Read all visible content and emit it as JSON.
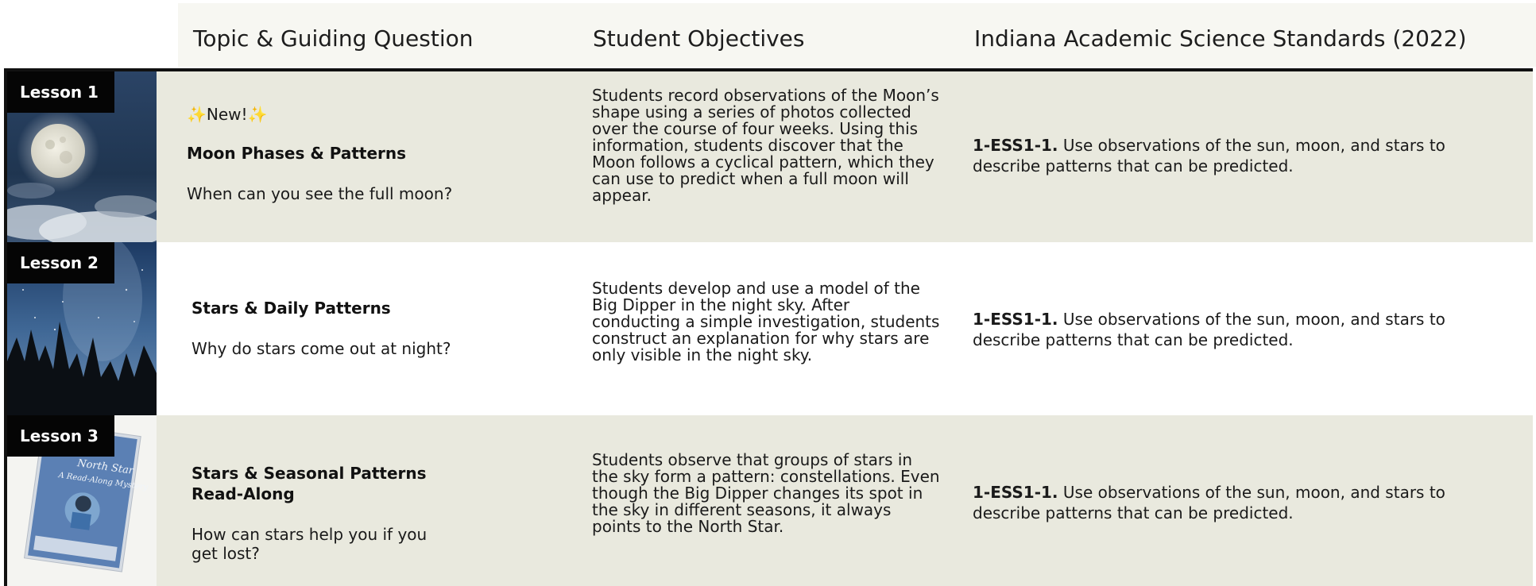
{
  "headers": {
    "topic": "Topic & Guiding Question",
    "objectives": "Student Objectives",
    "standards": "Indiana Academic Science Standards (2022)"
  },
  "lessons": [
    {
      "tag": "Lesson 1",
      "badge": "New!",
      "title": "Moon Phases & Patterns",
      "question": "When can you see the full moon?",
      "objectives": "Students record observations of the Moon’s shape using a series of photos collected over the course of four weeks. Using this information, students discover that the Moon follows a cyclical pattern, which they can use to predict when a full moon will appear.",
      "standard_code": "1-ESS1-1.",
      "standard_text": "Use observations of the sun, moon, and stars to describe patterns that can be predicted."
    },
    {
      "tag": "Lesson 2",
      "title": "Stars & Daily Patterns",
      "question": "Why do stars come out at night?",
      "objectives": "Students develop and use a model of the Big Dipper in the night sky. After conducting a simple investigation, students construct an explanation for why stars are only visible in the night sky.",
      "standard_code": "1-ESS1-1.",
      "standard_text": "Use observations of the sun, moon, and stars to describe patterns that can be predicted."
    },
    {
      "tag": "Lesson 3",
      "title": "Stars & Seasonal Patterns Read-Along",
      "question": "How can stars help you if you get lost?",
      "objectives": "Students observe that groups of stars in the sky form a pattern: constellations. Even though the Big Dipper changes its spot in the sky in different seasons, it always points to the North Star.",
      "standard_code": "1-ESS1-1.",
      "standard_text": "Use observations of the sun, moon, and stars to describe patterns that can be predicted.",
      "book_title": "North Star",
      "book_subtitle": "A Read-Along Mystery"
    }
  ],
  "colors": {
    "shaded_row": "#e9e9de",
    "header_band": "#f7f7f2",
    "tag_bg": "#050505"
  }
}
